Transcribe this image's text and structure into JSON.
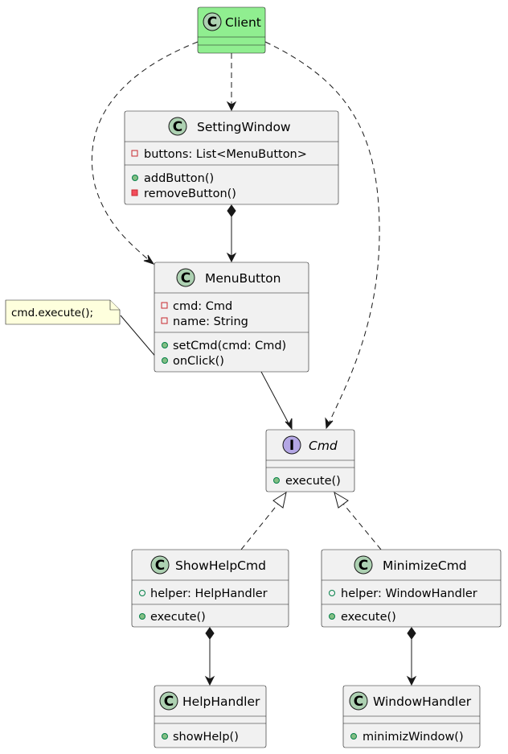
{
  "classes": {
    "client": {
      "name": "Client"
    },
    "setting_window": {
      "name": "SettingWindow",
      "fields": [
        "buttons: List<MenuButton>"
      ],
      "methods": [
        "addButton()",
        "removeButton()"
      ]
    },
    "menu_button": {
      "name": "MenuButton",
      "fields": [
        "cmd: Cmd",
        "name: String"
      ],
      "methods": [
        "setCmd(cmd: Cmd)",
        "onClick()"
      ]
    },
    "cmd": {
      "name": "Cmd",
      "methods": [
        "execute()"
      ]
    },
    "show_help_cmd": {
      "name": "ShowHelpCmd",
      "fields": [
        "helper: HelpHandler"
      ],
      "methods": [
        "execute()"
      ]
    },
    "minimize_cmd": {
      "name": "MinimizeCmd",
      "fields": [
        "helper: WindowHandler"
      ],
      "methods": [
        "execute()"
      ]
    },
    "help_handler": {
      "name": "HelpHandler",
      "methods": [
        "showHelp()"
      ]
    },
    "window_handler": {
      "name": "WindowHandler",
      "methods": [
        "minimizWindow()"
      ]
    }
  },
  "note": {
    "text": "cmd.execute();"
  },
  "stereotype_glyphs": {
    "class": "C",
    "interface": "I"
  },
  "colors": {
    "client_fill": "#90EE90",
    "class_fill": "#F1F1F1",
    "class_icon": "#ADD1B2",
    "interface_icon": "#B4A7E5",
    "note_fill": "#FEFFDD",
    "border": "#181818"
  }
}
